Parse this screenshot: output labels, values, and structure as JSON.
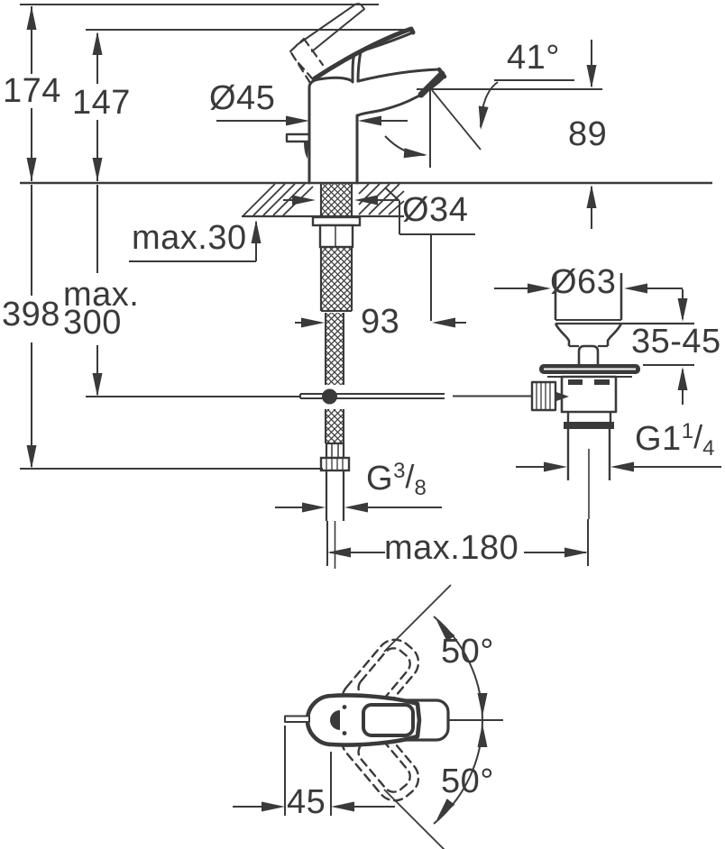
{
  "colors": {
    "line": "#3a3a3a",
    "background": "#ffffff"
  },
  "front_view": {
    "labels": {
      "height_total_open": "174",
      "height_total_closed": "147",
      "body_diameter": "Ø45",
      "spout_angle": "41°",
      "spout_height": "89",
      "deck_thickness_max": "max.30",
      "hole_diameter": "Ø34",
      "depth_below_total": "398",
      "hose_length_max": "max.\n300",
      "center_offset": "93",
      "waste_top_diameter": "Ø63",
      "basin_rim_thickness": "35-45",
      "reach_max": "max.180",
      "waste_thread": {
        "base": "G1",
        "numerator": "1",
        "slash": "/",
        "denominator": "4"
      },
      "supply_thread": {
        "base": "G",
        "numerator": "3",
        "slash": "/",
        "denominator": "8"
      }
    }
  },
  "top_view": {
    "labels": {
      "swivel_angle_upper": "50°",
      "swivel_angle_lower": "50°",
      "rod_offset": "45"
    }
  }
}
